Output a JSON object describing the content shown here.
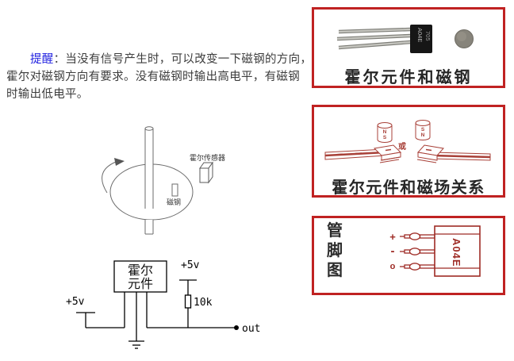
{
  "note": {
    "label": "提醒",
    "line1_rest": "：当没有信号产生时，可以改变一下磁钢的方向，",
    "line2": "霍尔对磁钢方向有要求。没有磁钢时输出高电平，有磁钢",
    "line3": "时输出低电平。"
  },
  "disk_diagram": {
    "sensor_label": "霍尔传感器",
    "magnet_label": "磁钢"
  },
  "circuit": {
    "component_line1": "霍尔",
    "component_line2": "元件",
    "vcc_left": "+5v",
    "vcc_right": "+5v",
    "resistor_value": "10k",
    "output_label": "out"
  },
  "panel_hall_magnet": {
    "caption": "霍尔元件和磁钢",
    "chip_marking_line1": "A04E",
    "chip_marking_line2": "705"
  },
  "panel_field_relation": {
    "caption": "霍尔元件和磁场关系",
    "or_label": "或",
    "left_pole_top": "N",
    "left_pole_bottom": "S",
    "right_pole_top": "S",
    "right_pole_bottom": "N"
  },
  "panel_pinout": {
    "title": "管脚图",
    "pin_plus": "+",
    "pin_minus": "-",
    "pin_out": "o",
    "chip_label": "A04E"
  },
  "colors": {
    "accent_blue": "#2222e0",
    "border_red": "#c02222",
    "drawing_red": "#a84038",
    "pin_red": "#9e2b25",
    "text_dark": "#3d3d3d"
  }
}
